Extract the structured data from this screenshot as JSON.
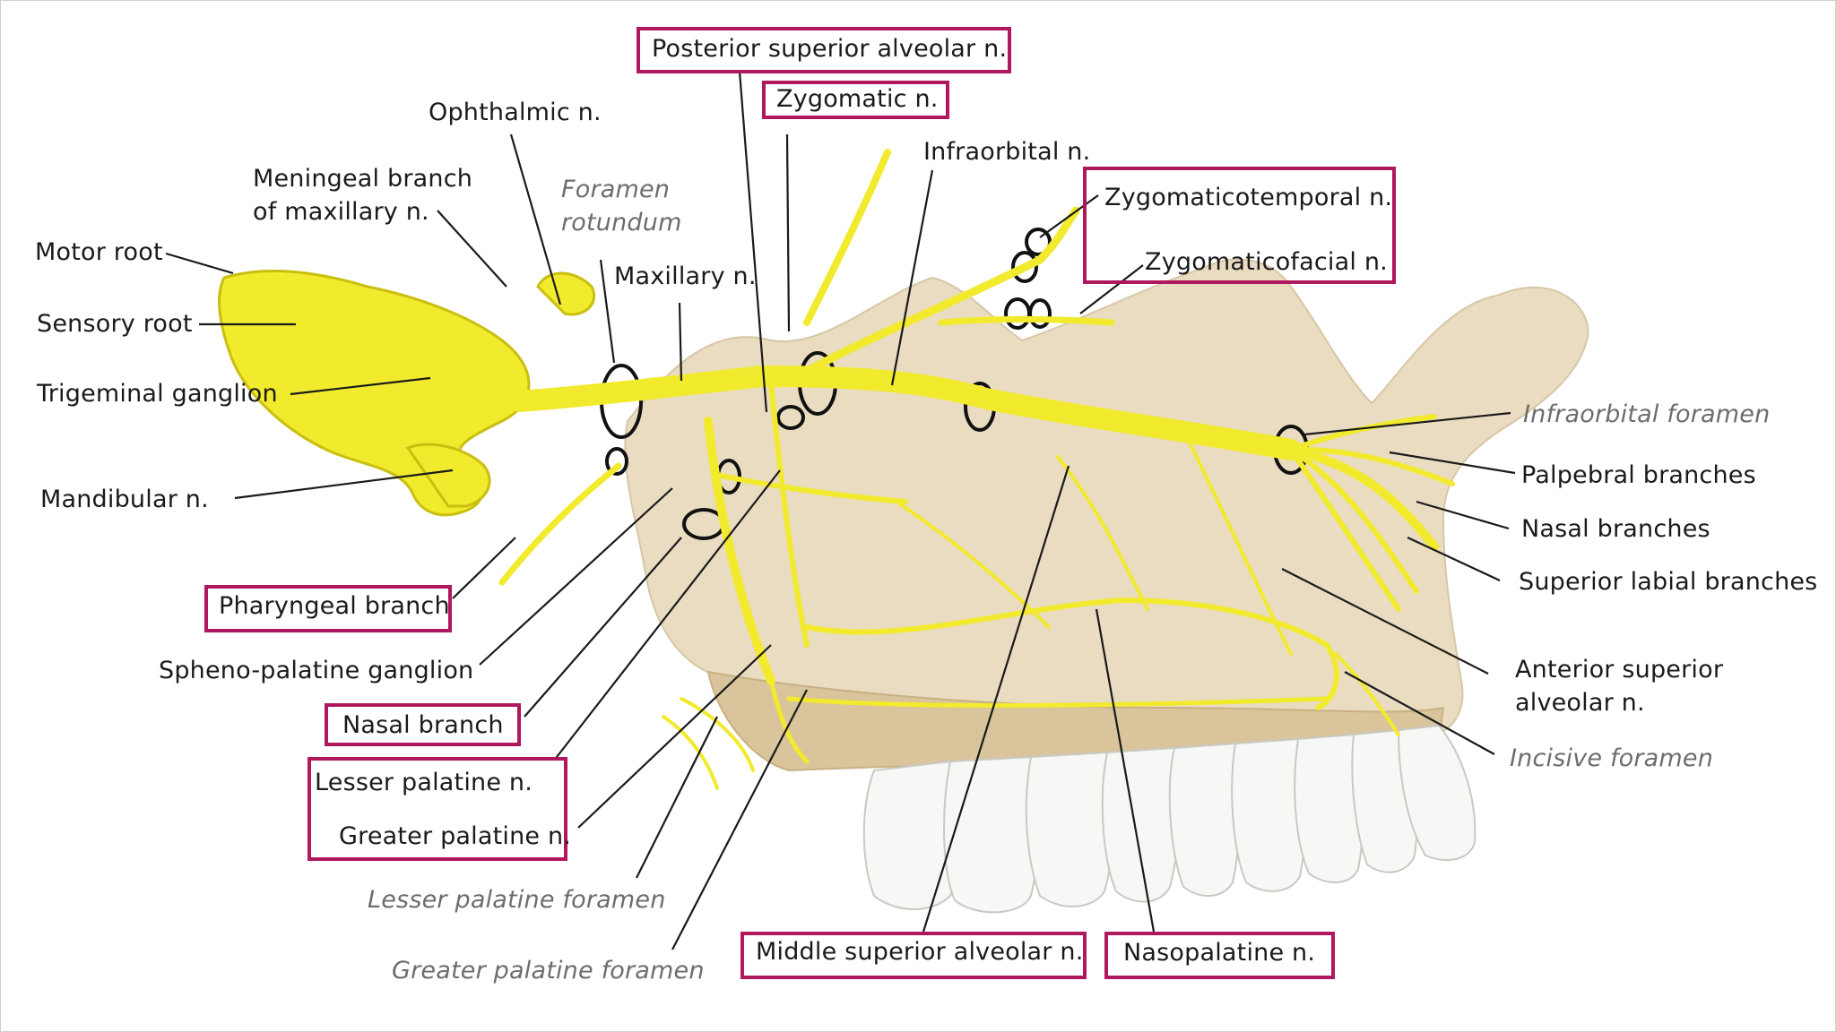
{
  "diagram": {
    "highlight_color": "#b0185e",
    "nerve_color": "#f2ea2c",
    "bone_color": "#e9dcc1",
    "tooth_color": "#f7f7f5",
    "labels": {
      "posterior_superior_alveolar": "Posterior superior alveolar n.",
      "zygomatic": "Zygomatic n.",
      "ophthalmic": "Ophthalmic n.",
      "infraorbital": "Infraorbital n.",
      "meningeal_line1": "Meningeal branch",
      "meningeal_line2": "of  maxillary n.",
      "foramen_rotundum_line1": "Foramen",
      "foramen_rotundum_line2": "rotundum",
      "zygomaticotemporal": "Zygomaticotemporal n.",
      "zygomaticofacial": "Zygomaticofacial n.",
      "motor_root": "Motor root",
      "maxillary": "Maxillary n.",
      "sensory_root": "Sensory root",
      "trigeminal_ganglion": "Trigeminal ganglion",
      "infraorbital_foramen": "Infraorbital foramen",
      "palpebral_branches": "Palpebral branches",
      "mandibular": "Mandibular n.",
      "nasal_branches": "Nasal branches",
      "superior_labial_branches": "Superior labial branches",
      "pharyngeal_branch": "Pharyngeal branch",
      "sphenopalatine_ganglion": "Spheno-palatine ganglion",
      "anterior_superior_line1": "Anterior superior",
      "anterior_superior_line2": "alveolar n.",
      "nasal_branch": "Nasal branch",
      "incisive_foramen": "Incisive foramen",
      "lesser_palatine": "Lesser palatine n.",
      "greater_palatine": "Greater palatine n.",
      "lesser_palatine_foramen": "Lesser palatine foramen",
      "middle_superior_alveolar": "Middle superior alveolar n.",
      "nasopalatine": "Nasopalatine n.",
      "greater_palatine_foramen": "Greater palatine foramen"
    }
  }
}
